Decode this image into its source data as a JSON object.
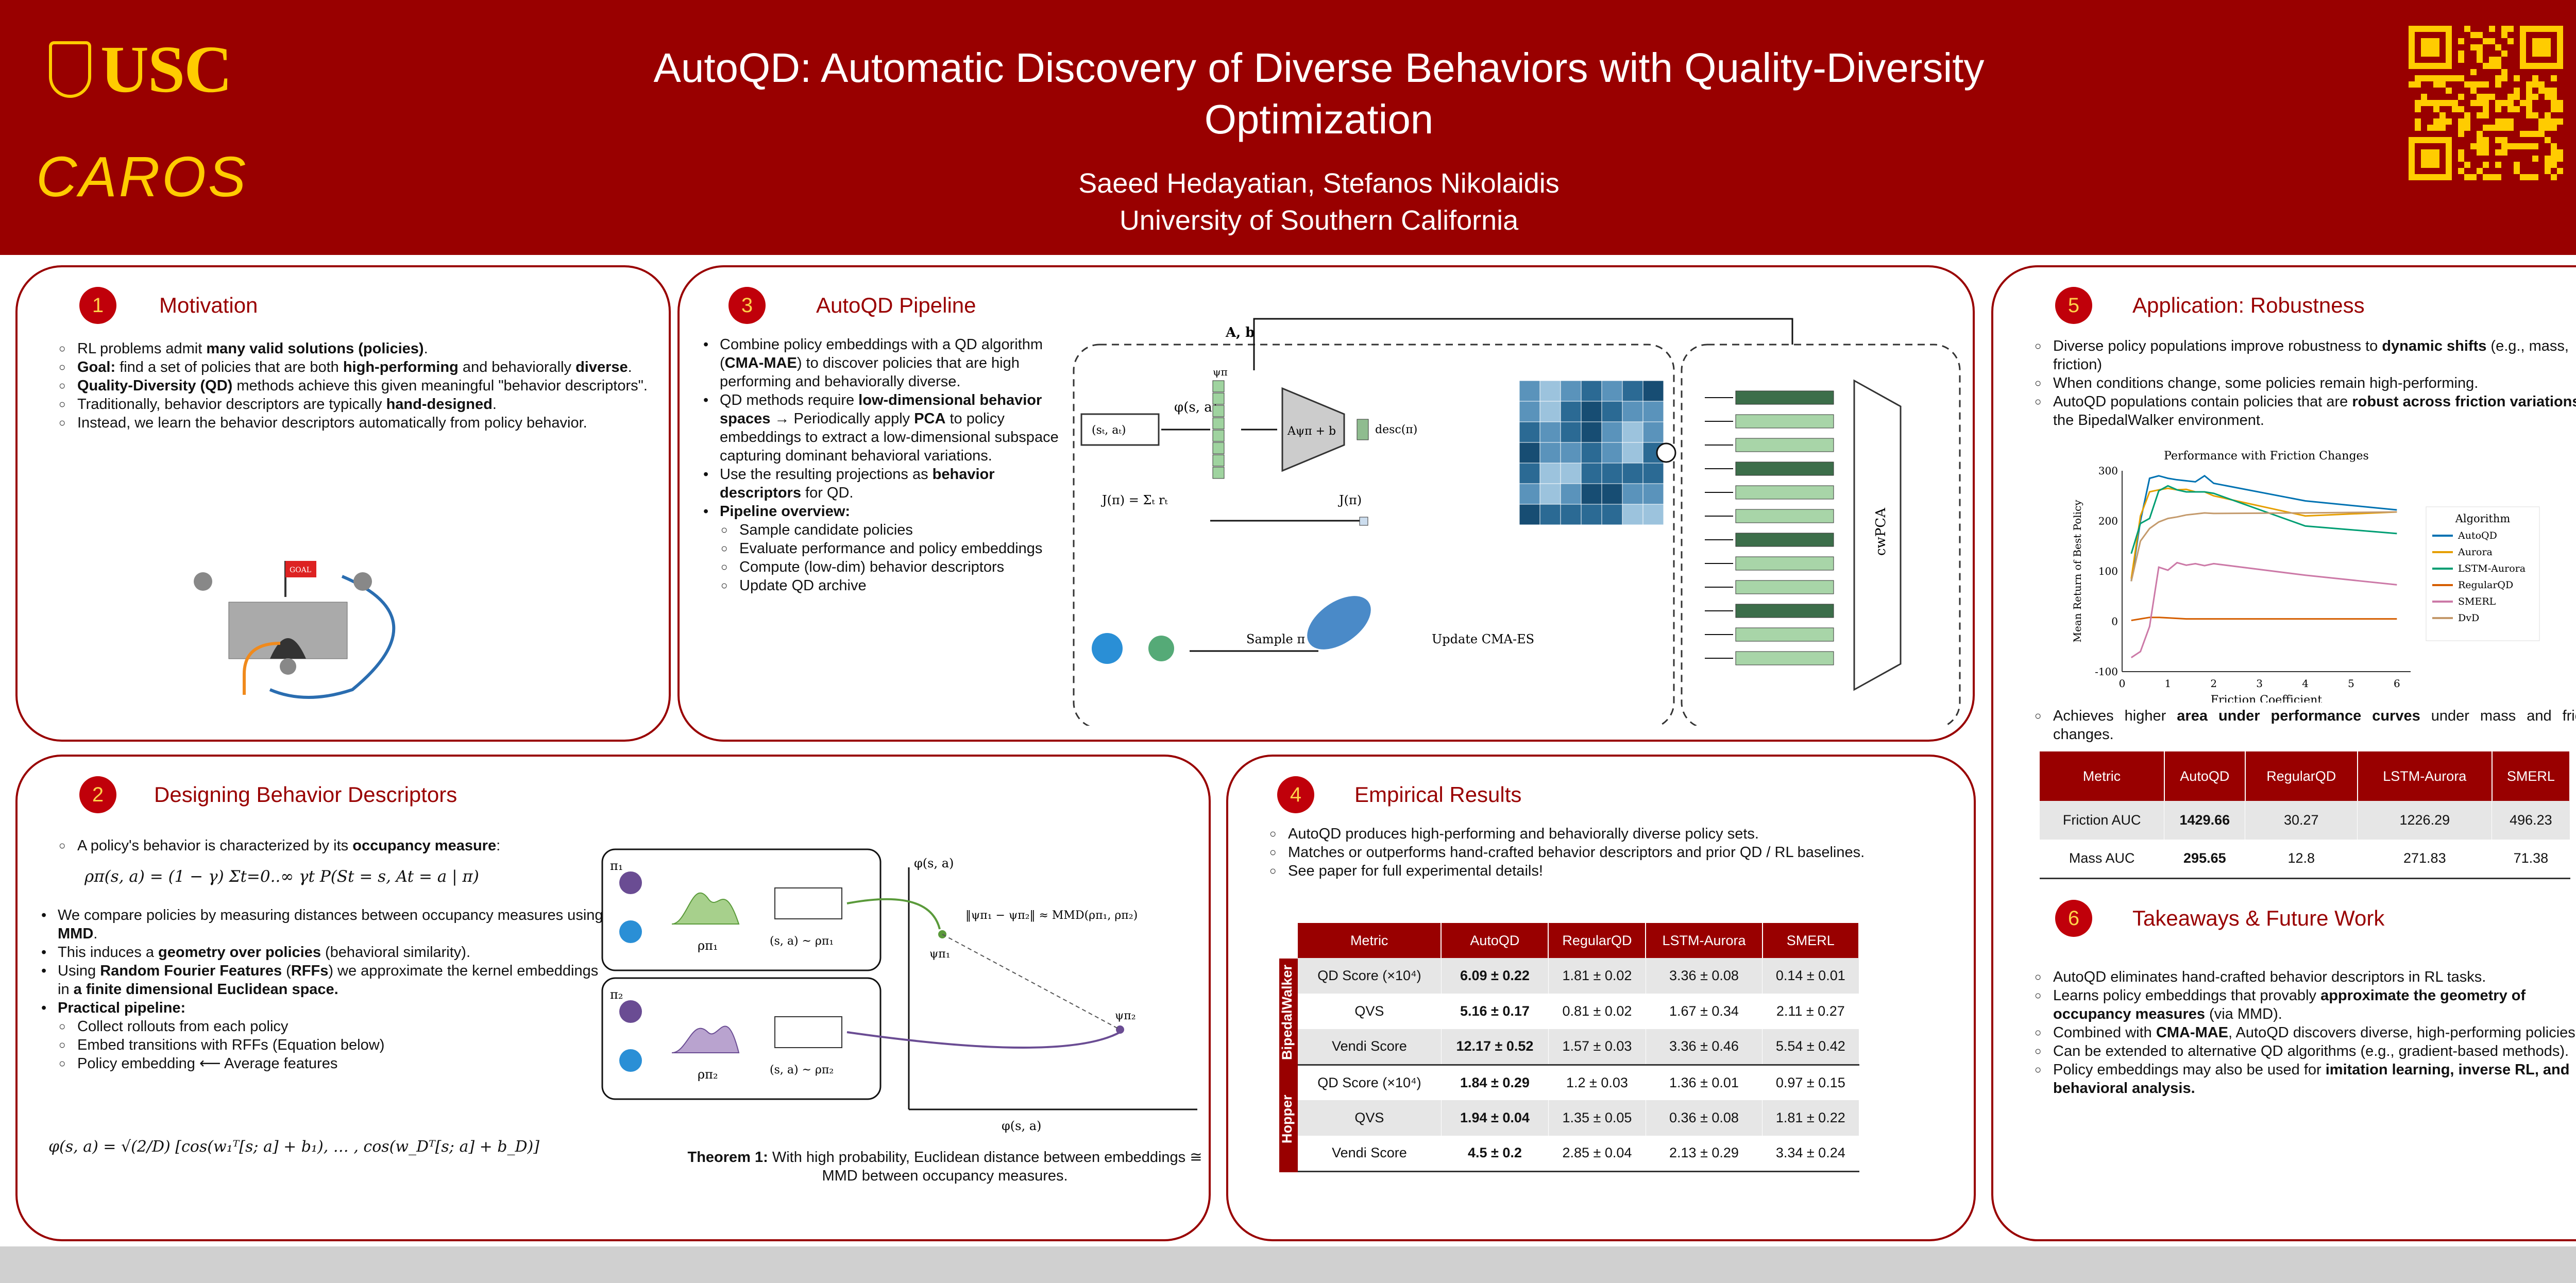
{
  "header": {
    "title": "AutoQD: Automatic Discovery of Diverse Behaviors with Quality-Diversity Optimization",
    "authors": "Saeed Hedayatian, Stefanos Nikolaidis",
    "affiliation": "University of Southern California",
    "logo_usc": "USC",
    "logo_caros": "CAROS"
  },
  "colors": {
    "primary": "#990000",
    "accent": "#ffcc00"
  },
  "motivation": {
    "number": "1",
    "title": "Motivation",
    "bullets": [
      "RL problems admit **many valid solutions (policies)**.",
      "**Goal:** find a set of policies that are both **high-performing** and behaviorally **diverse**.",
      "**Quality-Diversity (QD)** methods achieve this given meaningful \"behavior descriptors\".",
      "Traditionally, behavior descriptors are typically **hand-designed**.",
      "Instead, we learn the behavior descriptors automatically from policy behavior."
    ],
    "figure_label": "GOAL"
  },
  "pipeline": {
    "number": "3",
    "title": "AutoQD Pipeline",
    "bullets": [
      {
        "t": "Combine policy embeddings with a QD algorithm (**CMA-MAE**) to discover policies that are high performing and behaviorally diverse."
      },
      {
        "t": "QD methods require **low-dimensional behavior spaces** → Periodically apply **PCA** to policy embeddings to extract a low-dimensional subspace capturing dominant behavioral variations."
      },
      {
        "t": "Use the resulting projections as **behavior descriptors** for QD."
      },
      {
        "t": "**Pipeline overview:**"
      },
      {
        "t": "Sample candidate policies",
        "sub": true
      },
      {
        "t": "Evaluate performance and policy embeddings",
        "sub": true
      },
      {
        "t": "Compute (low-dim) behavior descriptors",
        "sub": true
      },
      {
        "t": "Update QD archive",
        "sub": true
      }
    ],
    "diagram": {
      "ab": "A, b",
      "psi": "ψπ",
      "phi": "φ(s, a)",
      "sa": "(sₜ, aₜ)",
      "affine": "Aψπ + b",
      "desc": "desc(π)",
      "J": "J(π) = Σₜ rₜ",
      "Jpi": "J(π)",
      "sample": "Sample π",
      "update": "Update CMA-ES",
      "cwpca": "cwPCA"
    }
  },
  "robustness": {
    "number": "5",
    "title": "Application: Robustness",
    "bullets": [
      "Diverse policy populations improve robustness to **dynamic shifts** (e.g., mass, friction)",
      "When conditions change, some policies remain high-performing.",
      "AutoQD populations contain policies that are **robust across friction variations** in the BipedalWalker environment."
    ],
    "after": "Achieves higher **area under performance curves** under mass and friction changes.",
    "table": {
      "headers": [
        "Metric",
        "AutoQD",
        "RegularQD",
        "LSTM-Aurora",
        "SMERL"
      ],
      "rows": [
        [
          "Friction AUC",
          "1429.66",
          "30.27",
          "1226.29",
          "496.23"
        ],
        [
          "Mass AUC",
          "295.65",
          "12.8",
          "271.83",
          "71.38"
        ]
      ]
    }
  },
  "chart_data": {
    "type": "line",
    "title": "Performance with Friction Changes",
    "xlabel": "Friction Coefficient",
    "ylabel": "Mean Return of Best Policy",
    "xlim": [
      0,
      6.3
    ],
    "ylim": [
      -100,
      300
    ],
    "xticks": [
      "0",
      "1",
      "2",
      "3",
      "4",
      "5",
      "6"
    ],
    "yticks": [
      "-100",
      "0",
      "100",
      "200",
      "300"
    ],
    "legend_title": "Algorithm",
    "legend": "right",
    "grid": false,
    "x": [
      0.2,
      0.4,
      0.6,
      0.8,
      1.0,
      1.2,
      1.4,
      1.6,
      1.8,
      2,
      4,
      6
    ],
    "series": [
      {
        "name": "AutoQD",
        "color": "#0072b2",
        "values": [
          80,
          200,
          285,
          290,
          285,
          282,
          280,
          278,
          290,
          275,
          240,
          222
        ]
      },
      {
        "name": "Aurora",
        "color": "#e69f00",
        "values": [
          85,
          210,
          258,
          262,
          265,
          262,
          263,
          258,
          258,
          250,
          210,
          218
        ]
      },
      {
        "name": "LSTM-Aurora",
        "color": "#009e73",
        "values": [
          135,
          195,
          205,
          260,
          270,
          262,
          258,
          258,
          258,
          255,
          190,
          175
        ]
      },
      {
        "name": "RegularQD",
        "color": "#d55e00",
        "values": [
          2,
          5,
          8,
          8,
          7,
          6,
          5,
          5,
          5,
          5,
          5,
          5
        ]
      },
      {
        "name": "SMERL",
        "color": "#cc79a7",
        "values": [
          -72,
          -60,
          -10,
          108,
          102,
          117,
          112,
          115,
          111,
          115,
          92,
          73
        ]
      },
      {
        "name": "DvD",
        "color": "#c49a6c",
        "values": [
          80,
          160,
          185,
          198,
          205,
          208,
          212,
          214,
          216,
          215,
          216,
          218
        ]
      }
    ]
  },
  "descriptors": {
    "number": "2",
    "title": "Designing Behavior Descriptors",
    "b1": "A policy's behavior is characterized by its **occupancy measure**:",
    "eq1": "ρπ(s, a) = (1 − γ) Σt=0..∞ γt P(St = s, At = a | π)",
    "bullets": [
      {
        "t": "We compare policies by measuring distances between occupancy measures using **MMD**."
      },
      {
        "t": "This induces a **geometry over policies** (behavioral similarity)."
      },
      {
        "t": "Using **Random Fourier Features** (**RFFs**) we approximate the kernel embeddings in **a finite dimensional Euclidean space.**"
      },
      {
        "t": "**Practical pipeline:**"
      },
      {
        "t": "Collect rollouts from each policy",
        "sub": true
      },
      {
        "t": "Embed transitions with RFFs (Equation below)",
        "sub": true
      },
      {
        "t": "Policy embedding ⟵ Average features",
        "sub": true
      }
    ],
    "eq2": "φ(s, a) = √(2/D) [cos(w₁ᵀ[s; a] + b₁), … , cos(w_Dᵀ[s; a] + b_D)]",
    "theorem_label": "Theorem 1:",
    "theorem": " With high probability, Euclidean distance between embeddings ≅ MMD between occupancy measures.",
    "diagram": {
      "pi1": "π₁",
      "pi2": "π₂",
      "rho1": "ρπ₁",
      "rho2": "ρπ₂",
      "sa1": "(s, a) ~ ρπ₁",
      "sa2": "(s, a) ~ ρπ₂",
      "mmd": "‖ψπ₁ − ψπ₂‖ ≈ MMD(ρπ₁, ρπ₂)",
      "axis": "φ(s, a)",
      "psi1": "ψπ₁",
      "psi2": "ψπ₂"
    }
  },
  "results": {
    "number": "4",
    "title": "Empirical Results",
    "bullets": [
      "AutoQD produces high-performing and behaviorally diverse policy sets.",
      "Matches or outperforms hand-crafted behavior descriptors and prior QD / RL baselines.",
      "See paper for full experimental details!"
    ],
    "table": {
      "headers": [
        "Metric",
        "AutoQD",
        "RegularQD",
        "LSTM-Aurora",
        "SMERL"
      ],
      "groups": [
        "BipedalWalker",
        "Hopper"
      ],
      "rows": [
        [
          "QD Score (×10⁴)",
          "6.09 ± 0.22",
          "1.81 ± 0.02",
          "3.36 ± 0.08",
          "0.14 ± 0.01"
        ],
        [
          "QVS",
          "5.16 ± 0.17",
          "0.81 ± 0.02",
          "1.67 ± 0.34",
          "2.11 ± 0.27"
        ],
        [
          "Vendi Score",
          "12.17 ± 0.52",
          "1.57 ± 0.03",
          "3.36 ± 0.46",
          "5.54 ± 0.42"
        ],
        [
          "QD Score (×10⁴)",
          "1.84 ± 0.29",
          "1.2  ± 0.03",
          "1.36 ± 0.01",
          "0.97 ± 0.15"
        ],
        [
          "QVS",
          "1.94 ± 0.04",
          "1.35  ± 0.05",
          "0.36 ± 0.08",
          "1.81 ± 0.22"
        ],
        [
          "Vendi Score",
          "4.5 ± 0.2",
          "2.85  ± 0.04",
          "2.13 ± 0.29",
          "3.34 ± 0.24"
        ]
      ]
    }
  },
  "takeaways": {
    "number": "6",
    "title": "Takeaways & Future Work",
    "bullets": [
      "AutoQD eliminates hand-crafted behavior descriptors in RL tasks.",
      "Learns policy embeddings that provably **approximate the geometry of occupancy measures** (via MMD).",
      "Combined with **CMA-MAE**, AutoQD discovers diverse, high-performing policies.",
      "Can be extended to alternative QD algorithms (e.g., gradient-based methods).",
      "Policy embeddings may also be used for **imitation learning, inverse RL, and behavioral analysis.**"
    ]
  }
}
